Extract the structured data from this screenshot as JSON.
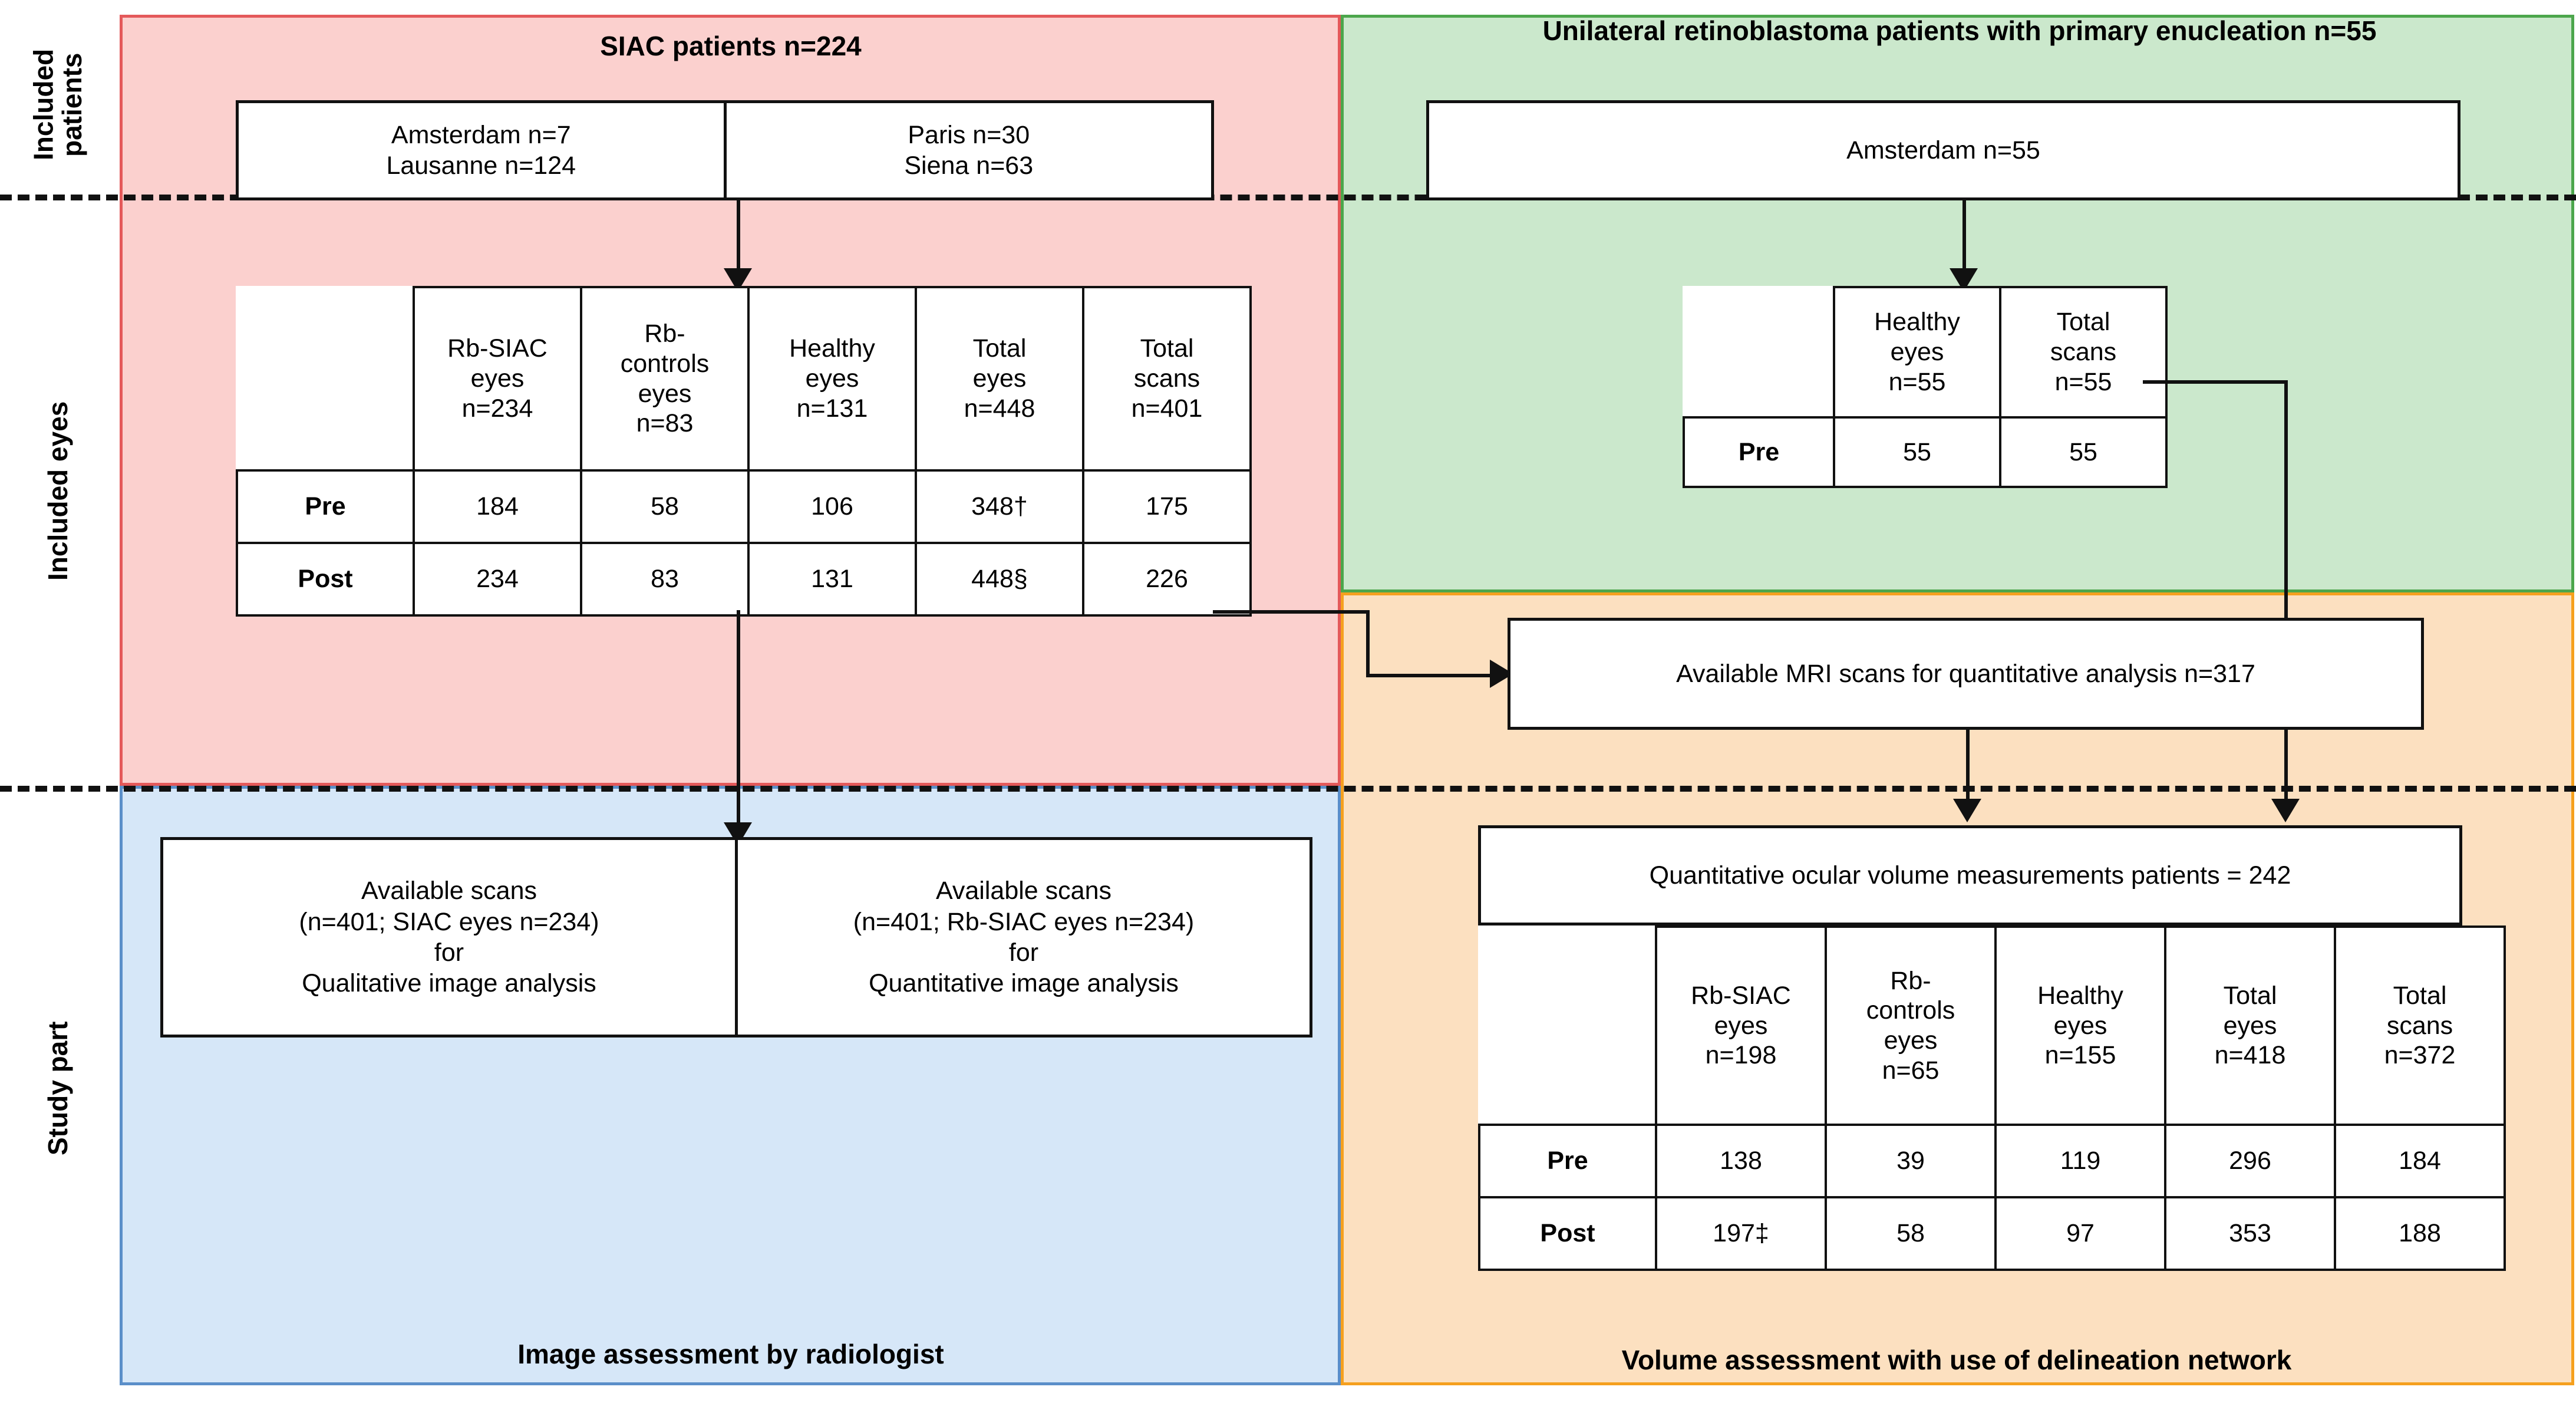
{
  "band_labels": [
    {
      "name": "included-patients",
      "text": "Included\npatients"
    },
    {
      "name": "included-eyes",
      "text": "Included eyes"
    },
    {
      "name": "study-part",
      "text": "Study part"
    }
  ],
  "panels": {
    "pink": {
      "accent": "#E4595A",
      "fill": "#FBD0CE"
    },
    "green": {
      "accent": "#4CA64C",
      "fill": "#CBE8CC"
    },
    "orange": {
      "accent": "#F5A01E",
      "fill": "#FCE0C0"
    },
    "blue": {
      "accent": "#5B8FC9",
      "fill": "#D6E7F8"
    }
  },
  "siac": {
    "title": "SIAC patients n=224",
    "centres_left": "Amsterdam n=7\nLausanne n=124",
    "centres_right": "Paris n=30\nSiena n=63",
    "eyes_table": {
      "columns": [
        "Rb-SIAC\neyes\nn=234",
        "Rb-\ncontrols\neyes\nn=83",
        "Healthy\neyes\nn=131",
        "Total\neyes\nn=448",
        "Total\nscans\nn=401"
      ],
      "rows": [
        {
          "label": "Pre",
          "values": [
            "184",
            "58",
            "106",
            "348†",
            "175"
          ]
        },
        {
          "label": "Post",
          "values": [
            "234",
            "83",
            "131",
            "448§",
            "226"
          ]
        }
      ]
    }
  },
  "enucleation": {
    "title": "Unilateral retinoblastoma patients with primary\nenucleation n=55",
    "centre": "Amsterdam n=55",
    "eyes_table": {
      "columns": [
        "Healthy\neyes\nn=55",
        "Total\nscans\nn=55"
      ],
      "rows": [
        {
          "label": "Pre",
          "values": [
            "55",
            "55"
          ]
        }
      ]
    }
  },
  "mri_box": {
    "text": "Available MRI scans for quantitative analysis\nn=317"
  },
  "study_part_qual": {
    "left": "Available scans\n(n=401; SIAC eyes n=234)\nfor\nQualitative image analysis",
    "right": "Available scans\n(n=401; Rb-SIAC eyes n=234)\nfor\nQuantitative image analysis"
  },
  "quant_volume": {
    "header": "Quantitative ocular volume measurements\npatients = 242",
    "table": {
      "columns": [
        "Rb-SIAC\neyes\nn=198",
        "Rb-\ncontrols\neyes\nn=65",
        "Healthy\neyes\nn=155",
        "Total\neyes\nn=418",
        "Total\nscans\nn=372"
      ],
      "rows": [
        {
          "label": "Pre",
          "values": [
            "138",
            "39",
            "119",
            "296",
            "184"
          ]
        },
        {
          "label": "Post",
          "values": [
            "197‡",
            "58",
            "97",
            "353",
            "188"
          ]
        }
      ]
    }
  },
  "captions": {
    "left": "Image assessment by radiologist",
    "right": "Volume assessment with use of delineation network"
  }
}
